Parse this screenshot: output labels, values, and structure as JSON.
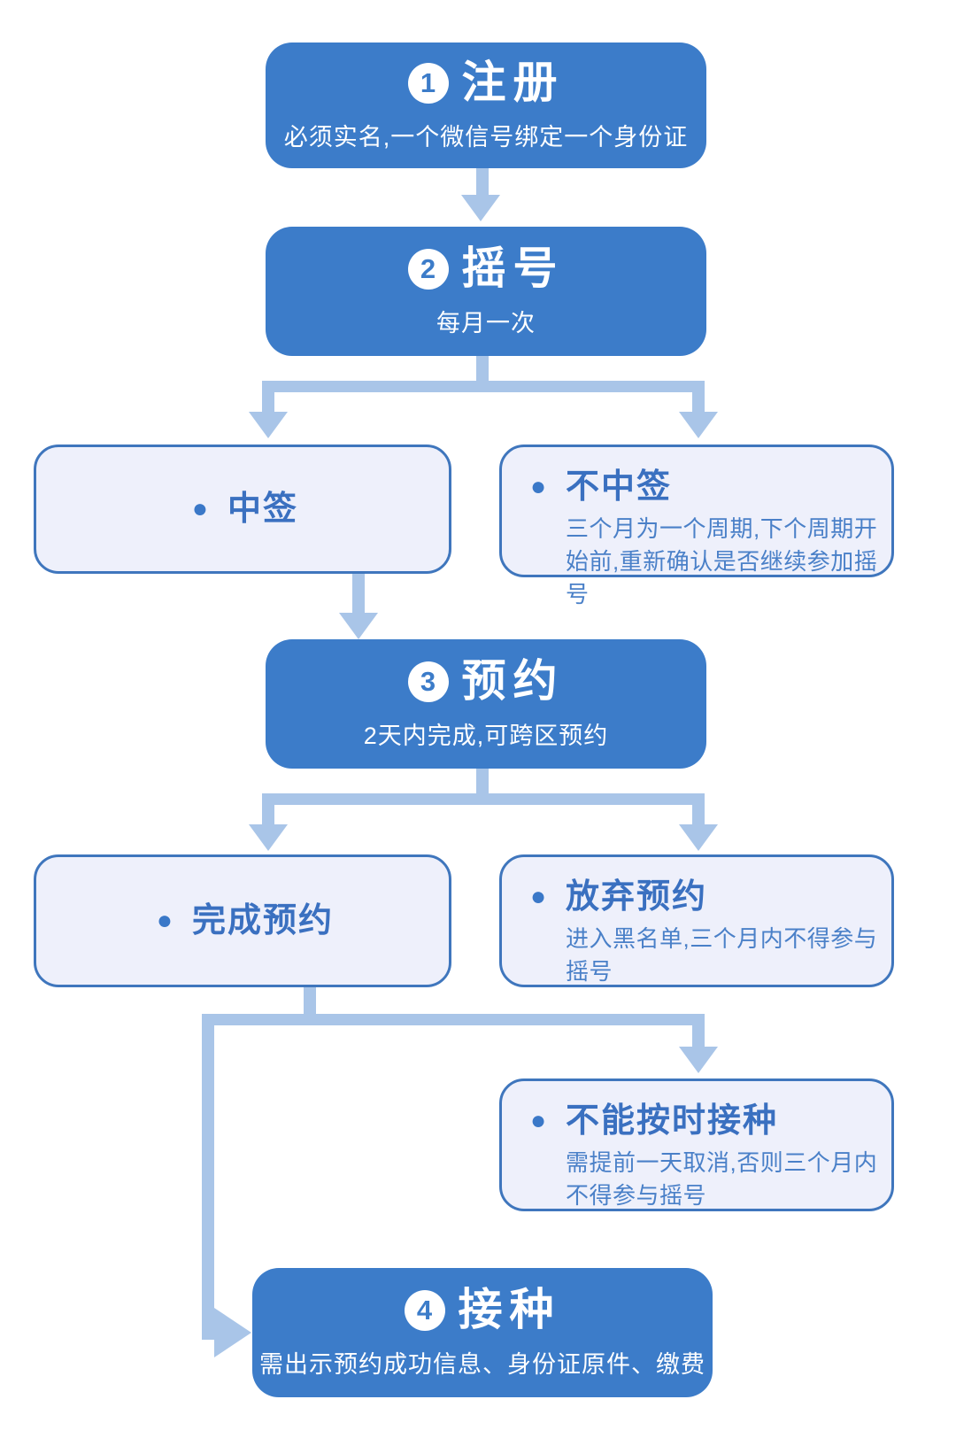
{
  "colors": {
    "step_background": "#3c7cc9",
    "connector": "#a9c5e8",
    "outcome_background": "#eef0fb",
    "outcome_border": "#3f76bd",
    "outcome_title_text": "#3a70c0",
    "outcome_detail_text": "#4a80c8",
    "step_text": "#ffffff"
  },
  "icons": {
    "bullet": "●"
  },
  "steps": [
    {
      "number": "1",
      "title": "注册",
      "subtitle": "必须实名,一个微信号绑定一个身份证"
    },
    {
      "number": "2",
      "title": "摇号",
      "subtitle": "每月一次"
    },
    {
      "number": "3",
      "title": "预约",
      "subtitle": "2天内完成,可跨区预约"
    },
    {
      "number": "4",
      "title": "接种",
      "subtitle": "需出示预约成功信息、身份证原件、缴费"
    }
  ],
  "outcomes": [
    {
      "title": "中签",
      "detail": ""
    },
    {
      "title": "不中签",
      "detail": "三个月为一个周期,下个周期开始前,重新确认是否继续参加摇号"
    },
    {
      "title": "完成预约",
      "detail": ""
    },
    {
      "title": "放弃预约",
      "detail": "进入黑名单,三个月内不得参与摇号"
    },
    {
      "title": "不能按时接种",
      "detail": "需提前一天取消,否则三个月内不得参与摇号"
    }
  ]
}
